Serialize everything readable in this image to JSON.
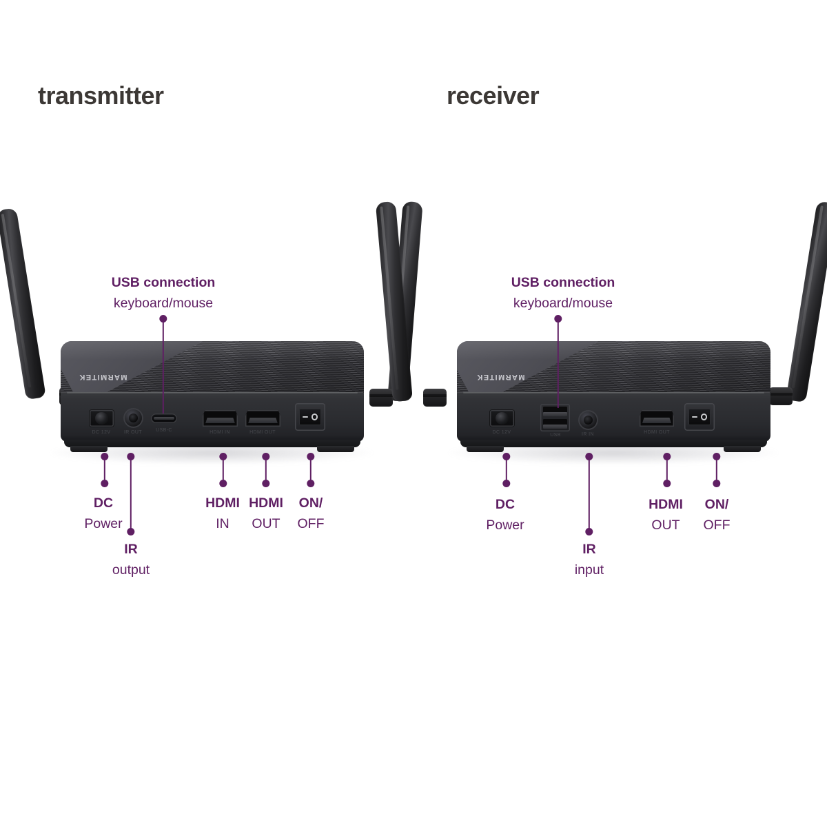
{
  "page": {
    "background": "#ffffff",
    "accent_purple": "#5f1f63",
    "title_color": "#3c3835"
  },
  "devices": [
    {
      "id": "transmitter",
      "title": "transmitter",
      "brand": "MARMITEK",
      "top_callout": {
        "line1": "USB connection",
        "line2": "keyboard/mouse"
      },
      "bottom_callouts": [
        {
          "line1": "DC",
          "line2": "Power"
        },
        {
          "line1": "IR",
          "line2": "output"
        },
        {
          "line1": "HDMI",
          "line2": "IN"
        },
        {
          "line1": "HDMI",
          "line2": "OUT"
        },
        {
          "line1": "ON/",
          "line2": "OFF"
        }
      ],
      "ports": [
        {
          "name": "dc-power-jack",
          "etch": "DC 12V"
        },
        {
          "name": "ir-output-jack",
          "etch": "IR OUT"
        },
        {
          "name": "usb-c-port",
          "etch": "USB-C"
        },
        {
          "name": "hdmi-in-port",
          "etch": "HDMI IN"
        },
        {
          "name": "hdmi-out-port",
          "etch": "HDMI OUT"
        },
        {
          "name": "power-switch",
          "etch": ""
        }
      ],
      "antenna_count": 2
    },
    {
      "id": "receiver",
      "title": "receiver",
      "brand": "MARMITEK",
      "top_callout": {
        "line1": "USB connection",
        "line2": "keyboard/mouse"
      },
      "bottom_callouts": [
        {
          "line1": "DC",
          "line2": "Power"
        },
        {
          "line1": "IR",
          "line2": "input"
        },
        {
          "line1": "HDMI",
          "line2": "OUT"
        },
        {
          "line1": "ON/",
          "line2": "OFF"
        }
      ],
      "ports": [
        {
          "name": "dc-power-jack",
          "etch": "DC 12V"
        },
        {
          "name": "usb-a-ports",
          "etch": "USB"
        },
        {
          "name": "ir-input-jack",
          "etch": "IR IN"
        },
        {
          "name": "hdmi-out-port",
          "etch": "HDMI OUT"
        },
        {
          "name": "power-switch",
          "etch": ""
        }
      ],
      "antenna_count": 2
    }
  ],
  "switch_marks": {
    "off": "−",
    "on": "○"
  }
}
